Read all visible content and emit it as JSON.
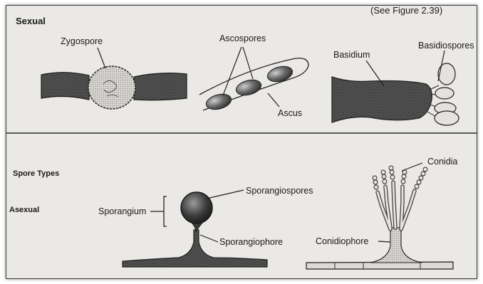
{
  "figure": {
    "ref_text": "(See Figure 2.39)",
    "sections": {
      "sexual_title": "Sexual",
      "spore_types_title": "Spore Types",
      "asexual_title": "Asexual"
    },
    "labels": {
      "zygospore": "Zygospore",
      "ascospores": "Ascospores",
      "ascus": "Ascus",
      "basidium": "Basidium",
      "basidiospores": "Basidiospores",
      "sporangiospores": "Sporangiospores",
      "sporangium": "Sporangium",
      "sporangiophore": "Sporangiophore",
      "conidia": "Conidia",
      "conidiophore": "Conidiophore"
    }
  }
}
